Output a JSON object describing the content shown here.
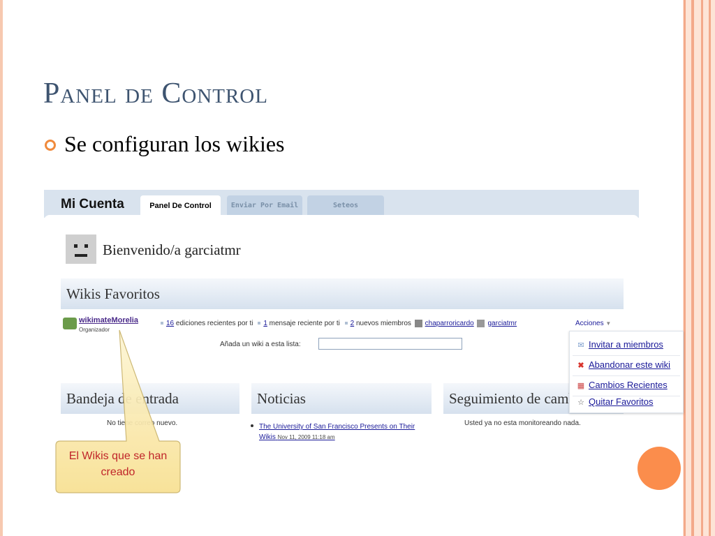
{
  "slide": {
    "title": "Panel de Control",
    "bullet": "Se configuran los wikies"
  },
  "account": {
    "brand": "Mi Cuenta",
    "tabs": [
      {
        "label": "Panel De Control",
        "active": true
      },
      {
        "label": "Enviar Por Email",
        "active": false
      },
      {
        "label": "Seteos",
        "active": false
      }
    ],
    "welcome": "Bienvenido/a garciatmr"
  },
  "favorites": {
    "heading": "Wikis Favoritos",
    "wiki_name": "wikimateMorelia",
    "wiki_role": "Organizador",
    "edits_count": "16",
    "edits_text": "ediciones recientes por ti",
    "messages_count": "1",
    "messages_text": "mensaje reciente por ti",
    "members_count": "2",
    "members_text": "nuevos miembros",
    "member1": "chaparroricardo",
    "member2": "garciatmr",
    "actions_label": "Acciones",
    "add_label": "Añada un wiki a esta lista:",
    "add_value": ""
  },
  "actions_menu": [
    {
      "label": "Invitar a miembros",
      "icon": "envelope-icon"
    },
    {
      "label": "Abandonar este wiki",
      "icon": "x-icon"
    },
    {
      "label": "Cambios Recientes",
      "icon": "calendar-icon"
    },
    {
      "label": "Quitar Favoritos",
      "icon": "star-icon"
    }
  ],
  "inbox": {
    "heading": "Bandeja de entrada",
    "empty_text": "No tiene correo nuevo."
  },
  "news": {
    "heading": "Noticias",
    "item_title": "The University of San Francisco Presents on Their Wikis",
    "item_date": "Nov 11, 2009 11:18 am"
  },
  "tracking": {
    "heading": "Seguimiento de cambios",
    "empty_text": "Usted ya no esta monitoreando nada."
  },
  "callout": {
    "text": "El Wikis que se han creado"
  },
  "colors": {
    "title": "#3e5470",
    "bullet": "#f08a3c",
    "accent_circle": "#fb8d4c",
    "callout_text": "#c0252a",
    "link": "#1a1a99"
  }
}
